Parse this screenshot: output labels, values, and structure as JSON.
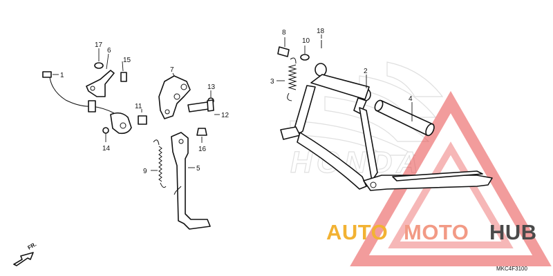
{
  "diagram": {
    "brand_text": "HONDA",
    "watermark": {
      "text_part1": "AUTO",
      "text_part2": "MOTO",
      "text_part3": "HUB",
      "color_part1": "#f2b233",
      "color_part2": "#f29a85",
      "color_part3": "#4a4a4a",
      "triangle_color": "#e84a4a"
    },
    "direction_label": "FR.",
    "diagram_code": "MKC4F3100",
    "callouts": [
      "1",
      "2",
      "3",
      "4",
      "5",
      "6",
      "7",
      "8",
      "9",
      "10",
      "11",
      "12",
      "13",
      "14",
      "15",
      "16",
      "17",
      "18"
    ]
  }
}
